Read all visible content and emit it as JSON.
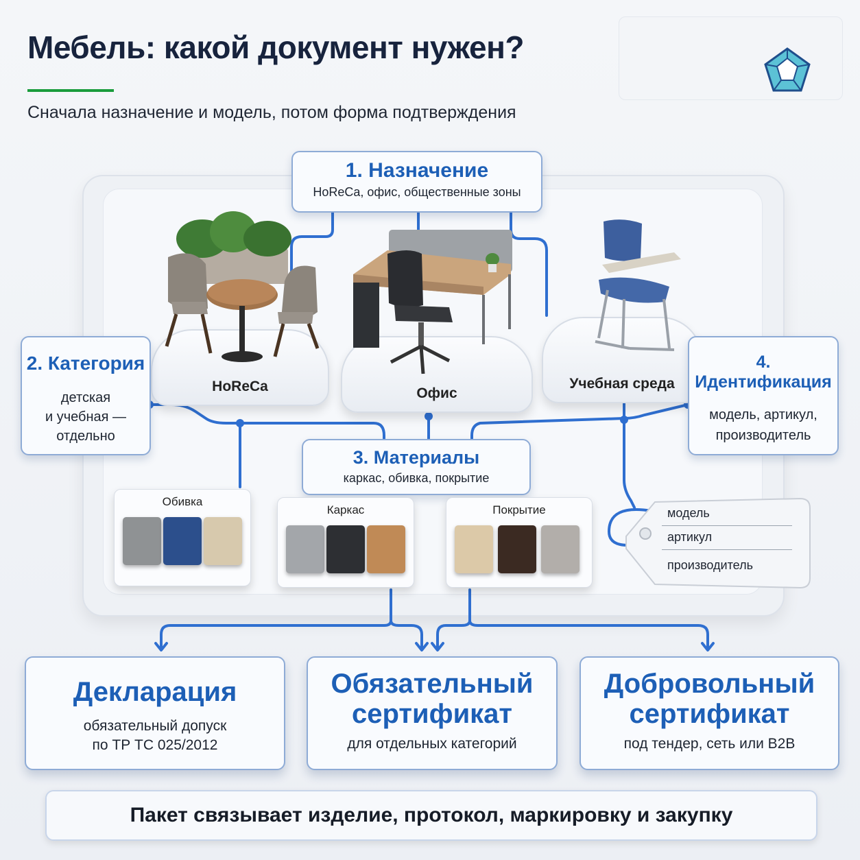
{
  "header": {
    "title": "Мебель: какой документ нужен?",
    "subtitle": "Сначала назначение и модель, потом форма подтверждения"
  },
  "steps": {
    "purpose": {
      "title": "1. Назначение",
      "subtitle": "HoReCa, офис, общественные зоны"
    },
    "category": {
      "title": "2. Категория",
      "line1": "детская",
      "line2": "и учебная —",
      "line3": "отдельно"
    },
    "materials": {
      "title": "3. Материалы",
      "subtitle": "каркас, обивка, покрытие"
    },
    "identification": {
      "title": "4. Идентификация",
      "line1": "модель, артикул,",
      "line2": "производитель"
    }
  },
  "pedestals": {
    "horeca": "HoReCa",
    "office": "Офис",
    "school": "Учебная среда"
  },
  "material_cards": {
    "upholstery": {
      "label": "Обивка",
      "colors": [
        "#8f9294",
        "#2c4f8c",
        "#d7c9ad"
      ]
    },
    "frame": {
      "label": "Каркас",
      "colors": [
        "#a3a6aa",
        "#2d2f33",
        "#c08a56"
      ]
    },
    "coating": {
      "label": "Покрытие",
      "colors": [
        "#dcc9a8",
        "#3b2a22",
        "#b2aeaa"
      ]
    }
  },
  "tag": {
    "model": "модель",
    "article": "артикул",
    "manufacturer": "производитель"
  },
  "outcomes": {
    "declaration": {
      "title": "Декларация",
      "line1": "обязательный допуск",
      "line2": "по ТР ТС 025/2012"
    },
    "mandatory": {
      "title1": "Обязательный",
      "title2": "сертификат",
      "line1": "для отдельных категорий"
    },
    "voluntary": {
      "title1": "Добровольный",
      "title2": "сертификат",
      "line1": "под тендер, сеть или B2B"
    }
  },
  "footer": {
    "banner": "Пакет связывает изделие, протокол, маркировку и закупку"
  },
  "colors": {
    "accent": "#1d5fb6",
    "connector": "#2f6fd0",
    "underline": "#1a9c3c",
    "title": "#17233d"
  }
}
